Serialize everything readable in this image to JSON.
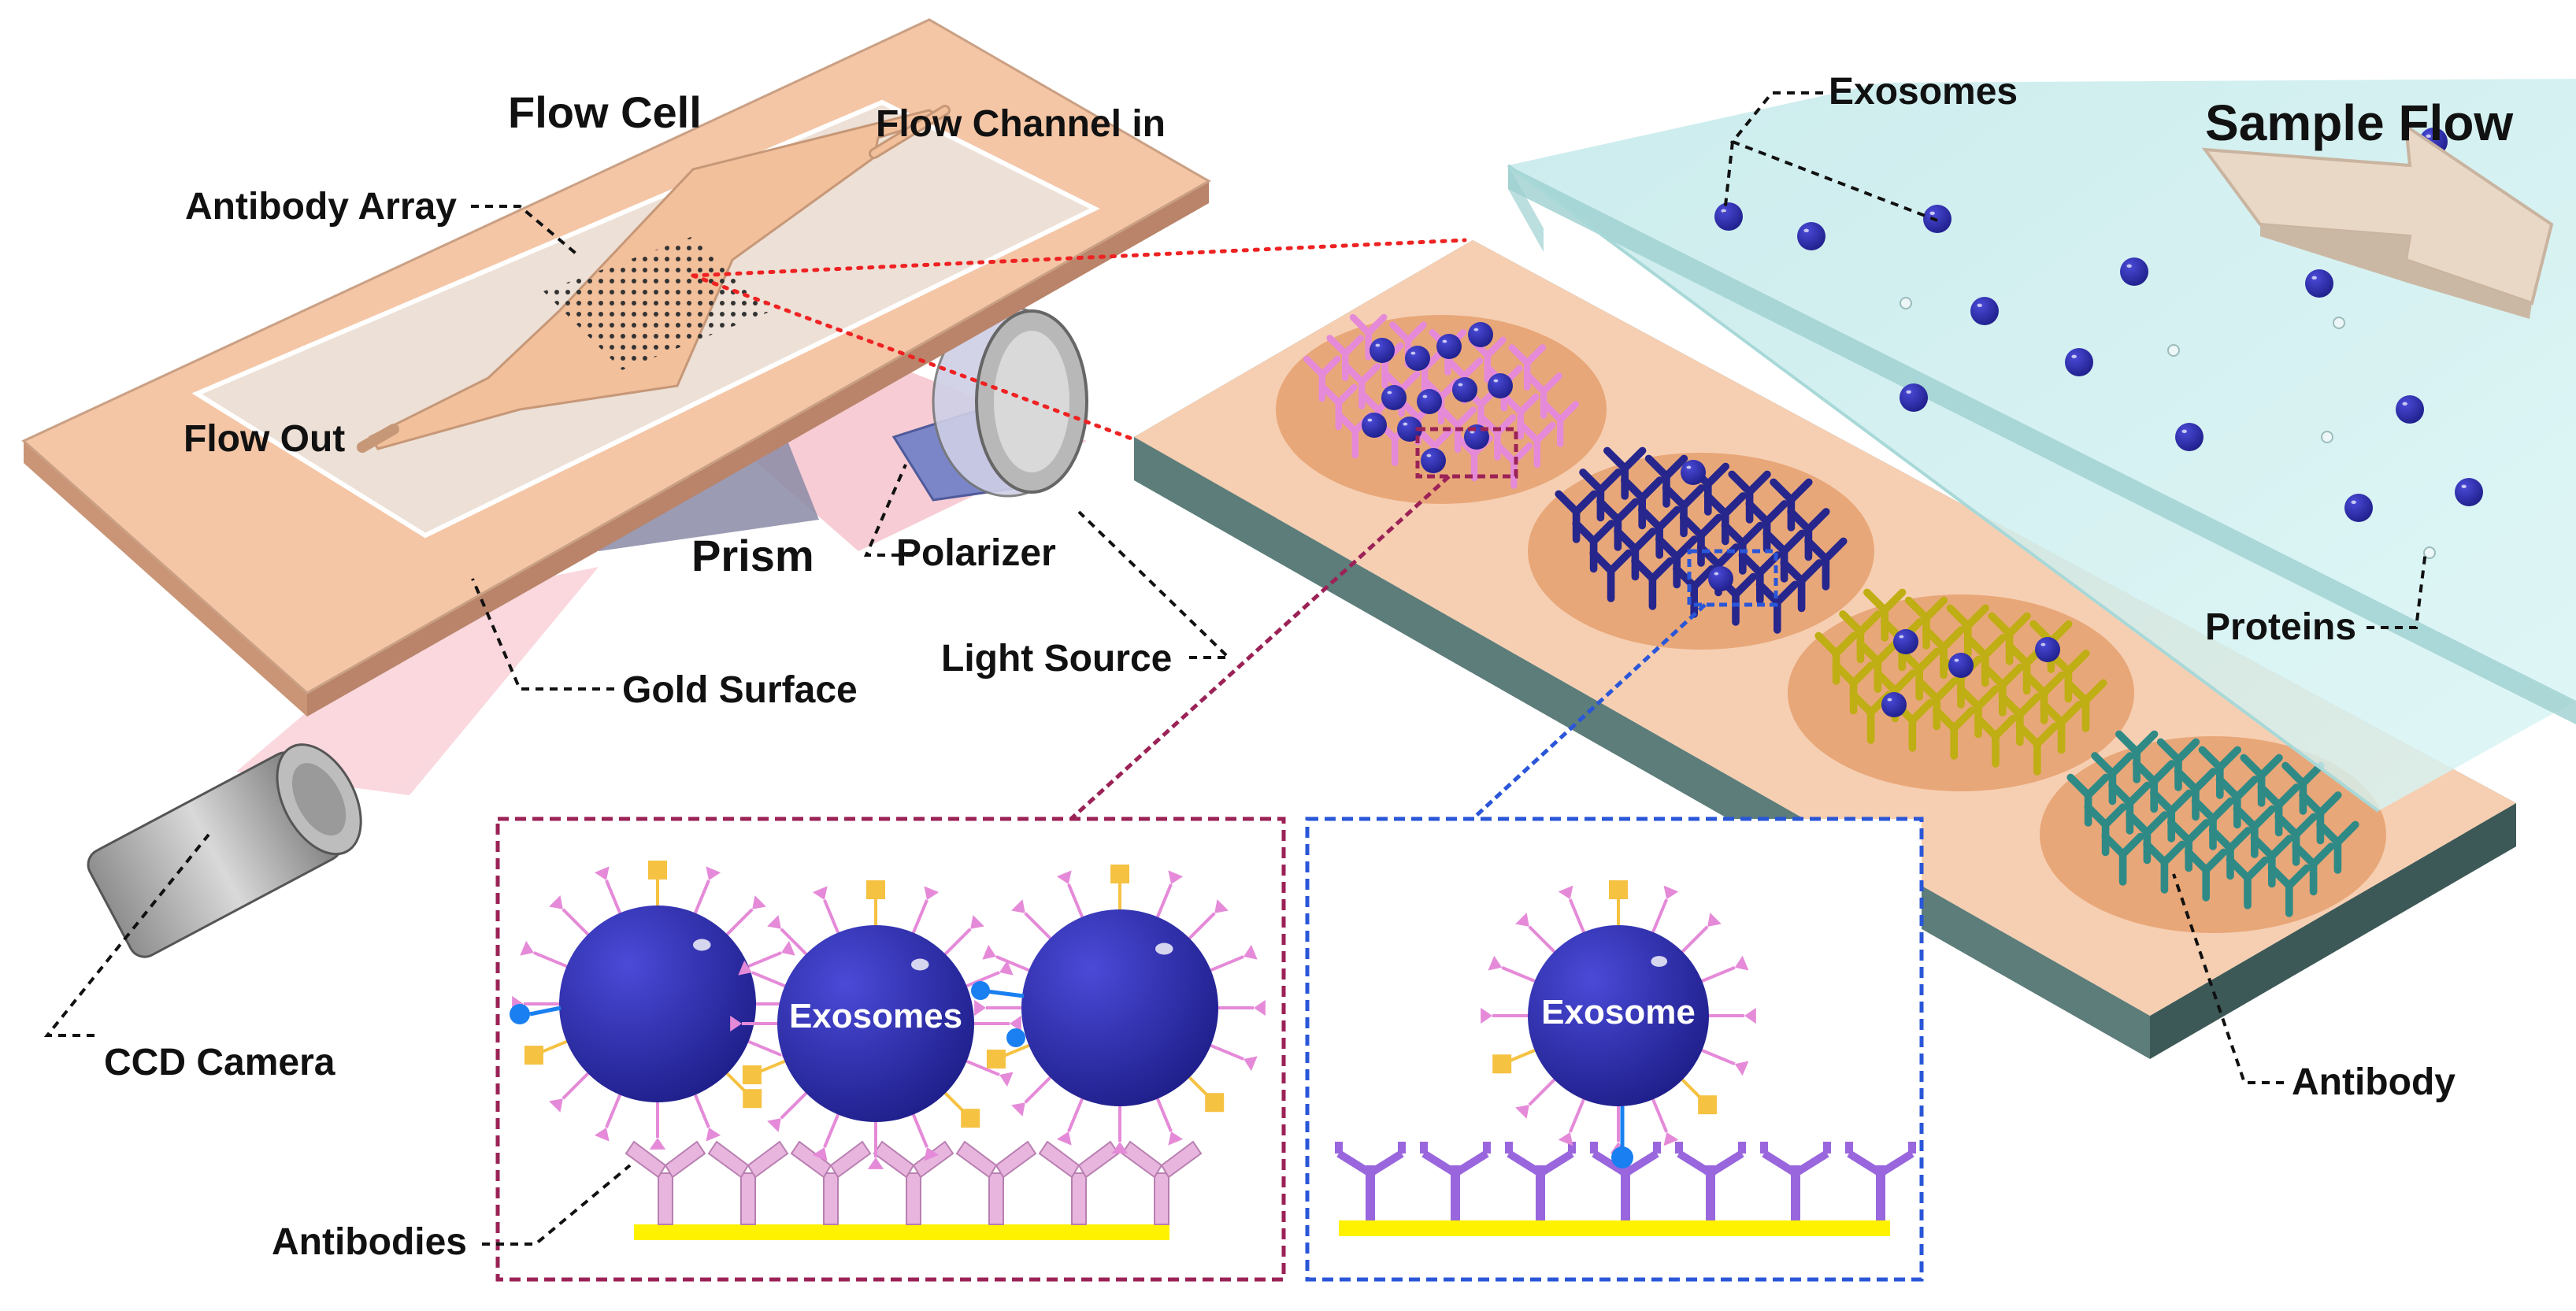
{
  "labels": {
    "flow_cell": "Flow Cell",
    "flow_channel_in": "Flow Channel in",
    "antibody_array": "Antibody Array",
    "flow_out": "Flow Out",
    "prism": "Prism",
    "polarizer": "Polarizer",
    "light_source": "Light Source",
    "gold_surface": "Gold Surface",
    "ccd_camera": "CCD Camera",
    "exosomes_top": "Exosomes",
    "sample_flow": "Sample Flow",
    "proteins": "Proteins",
    "antibody": "Antibody",
    "antibodies": "Antibodies",
    "inset_exosomes": "Exosomes",
    "inset_exosome": "Exosome"
  },
  "colors": {
    "chip": "#f4c4a4",
    "chip_edge": "#c98f70",
    "gold_surface": "#e8d6c8",
    "exosome": "#2a2aa8",
    "flow_panel": "#cdeff0",
    "glass_edge": "#4e6e6c",
    "spot_fill": "#e5a679",
    "antibody_pink": "#e58ad8",
    "antibody_navy": "#26268c",
    "antibody_yellow": "#bfae14",
    "antibody_teal": "#2f8a86",
    "inset_left_border": "#9b2256",
    "inset_right_border": "#2a56d8",
    "yellow_substrate": "#fff200",
    "light_beam": "#f5b3bf"
  },
  "icons": {
    "ccd_camera": "camera-lens-cylinder-icon",
    "light_source": "light-source-lens-icon",
    "prism": "prism-icon",
    "polarizer": "polarizer-icon",
    "sample_flow": "flow-arrow-icon"
  }
}
